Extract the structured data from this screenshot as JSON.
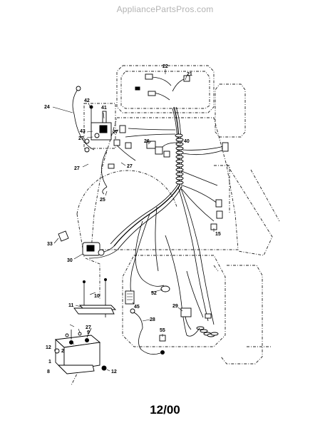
{
  "watermark": "AppliancePartsPros.com",
  "date_code": "12/00",
  "callouts": [
    "22",
    "21",
    "24",
    "42",
    "41",
    "43",
    "27",
    "27",
    "26",
    "40",
    "27",
    "27",
    "25",
    "33",
    "30",
    "15",
    "10",
    "11",
    "9",
    "27",
    "12",
    "2",
    "1",
    "8",
    "12",
    "52",
    "45",
    "28",
    "29",
    "55"
  ]
}
